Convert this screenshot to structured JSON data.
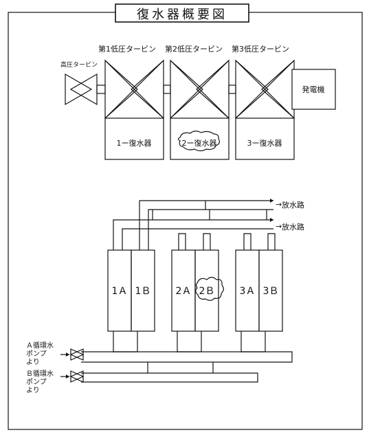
{
  "title": "復水器概要図",
  "turbines": {
    "hp": "高圧タービン",
    "lp1": "第1低圧タービン",
    "lp2": "第2低圧タービン",
    "lp3": "第3低圧タービン"
  },
  "generator": "発電機",
  "condensers": {
    "c1": "1ー復水器",
    "c2": "2ー復水器",
    "c3": "3ー復水器"
  },
  "units": {
    "u1a": "1Ａ",
    "u1b": "1Ｂ",
    "u2a": "2Ａ",
    "u2b": "2Ｂ",
    "u3a": "3Ａ",
    "u3b": "3Ｂ"
  },
  "outlets": {
    "o1": "放水路",
    "o2": "放水路"
  },
  "pumps": {
    "a": [
      "Ａ循環水",
      "ポンプ",
      "より"
    ],
    "b": [
      "Ｂ循環水",
      "ポンプ",
      "より"
    ]
  }
}
